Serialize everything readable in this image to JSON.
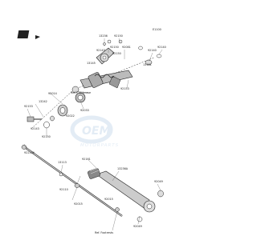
{
  "diagram": {
    "code": "E1100",
    "watermark": {
      "text": "OEM",
      "subtext": "MOTORPARTS"
    },
    "refs": {
      "crankcase": "Ref. Crankcase",
      "footrests": "Ref. Footrests"
    },
    "part_numbers": {
      "p13236": "13236",
      "p92150": "92150",
      "p92143a": "92143",
      "p92150b": "92150",
      "p92081": "92081",
      "p92140": "92140",
      "p13161": "13161",
      "p13145": "13145",
      "p92150c": "92150",
      "p92140b": "92140",
      "p92153": "92153",
      "p13242": "13242",
      "p92033": "92033",
      "p92153b": "92153",
      "p92022": "92022",
      "p92143b": "92143",
      "p92150d": "92150",
      "p13113": "13113",
      "p92161": "92161",
      "p13236a": "13236A",
      "p92049": "92049",
      "p92015": "92015",
      "p92049b": "92049",
      "p92210a": "92210A",
      "p92110": "92110",
      "p92015b": "92015",
      "p92014": "92014"
    }
  }
}
